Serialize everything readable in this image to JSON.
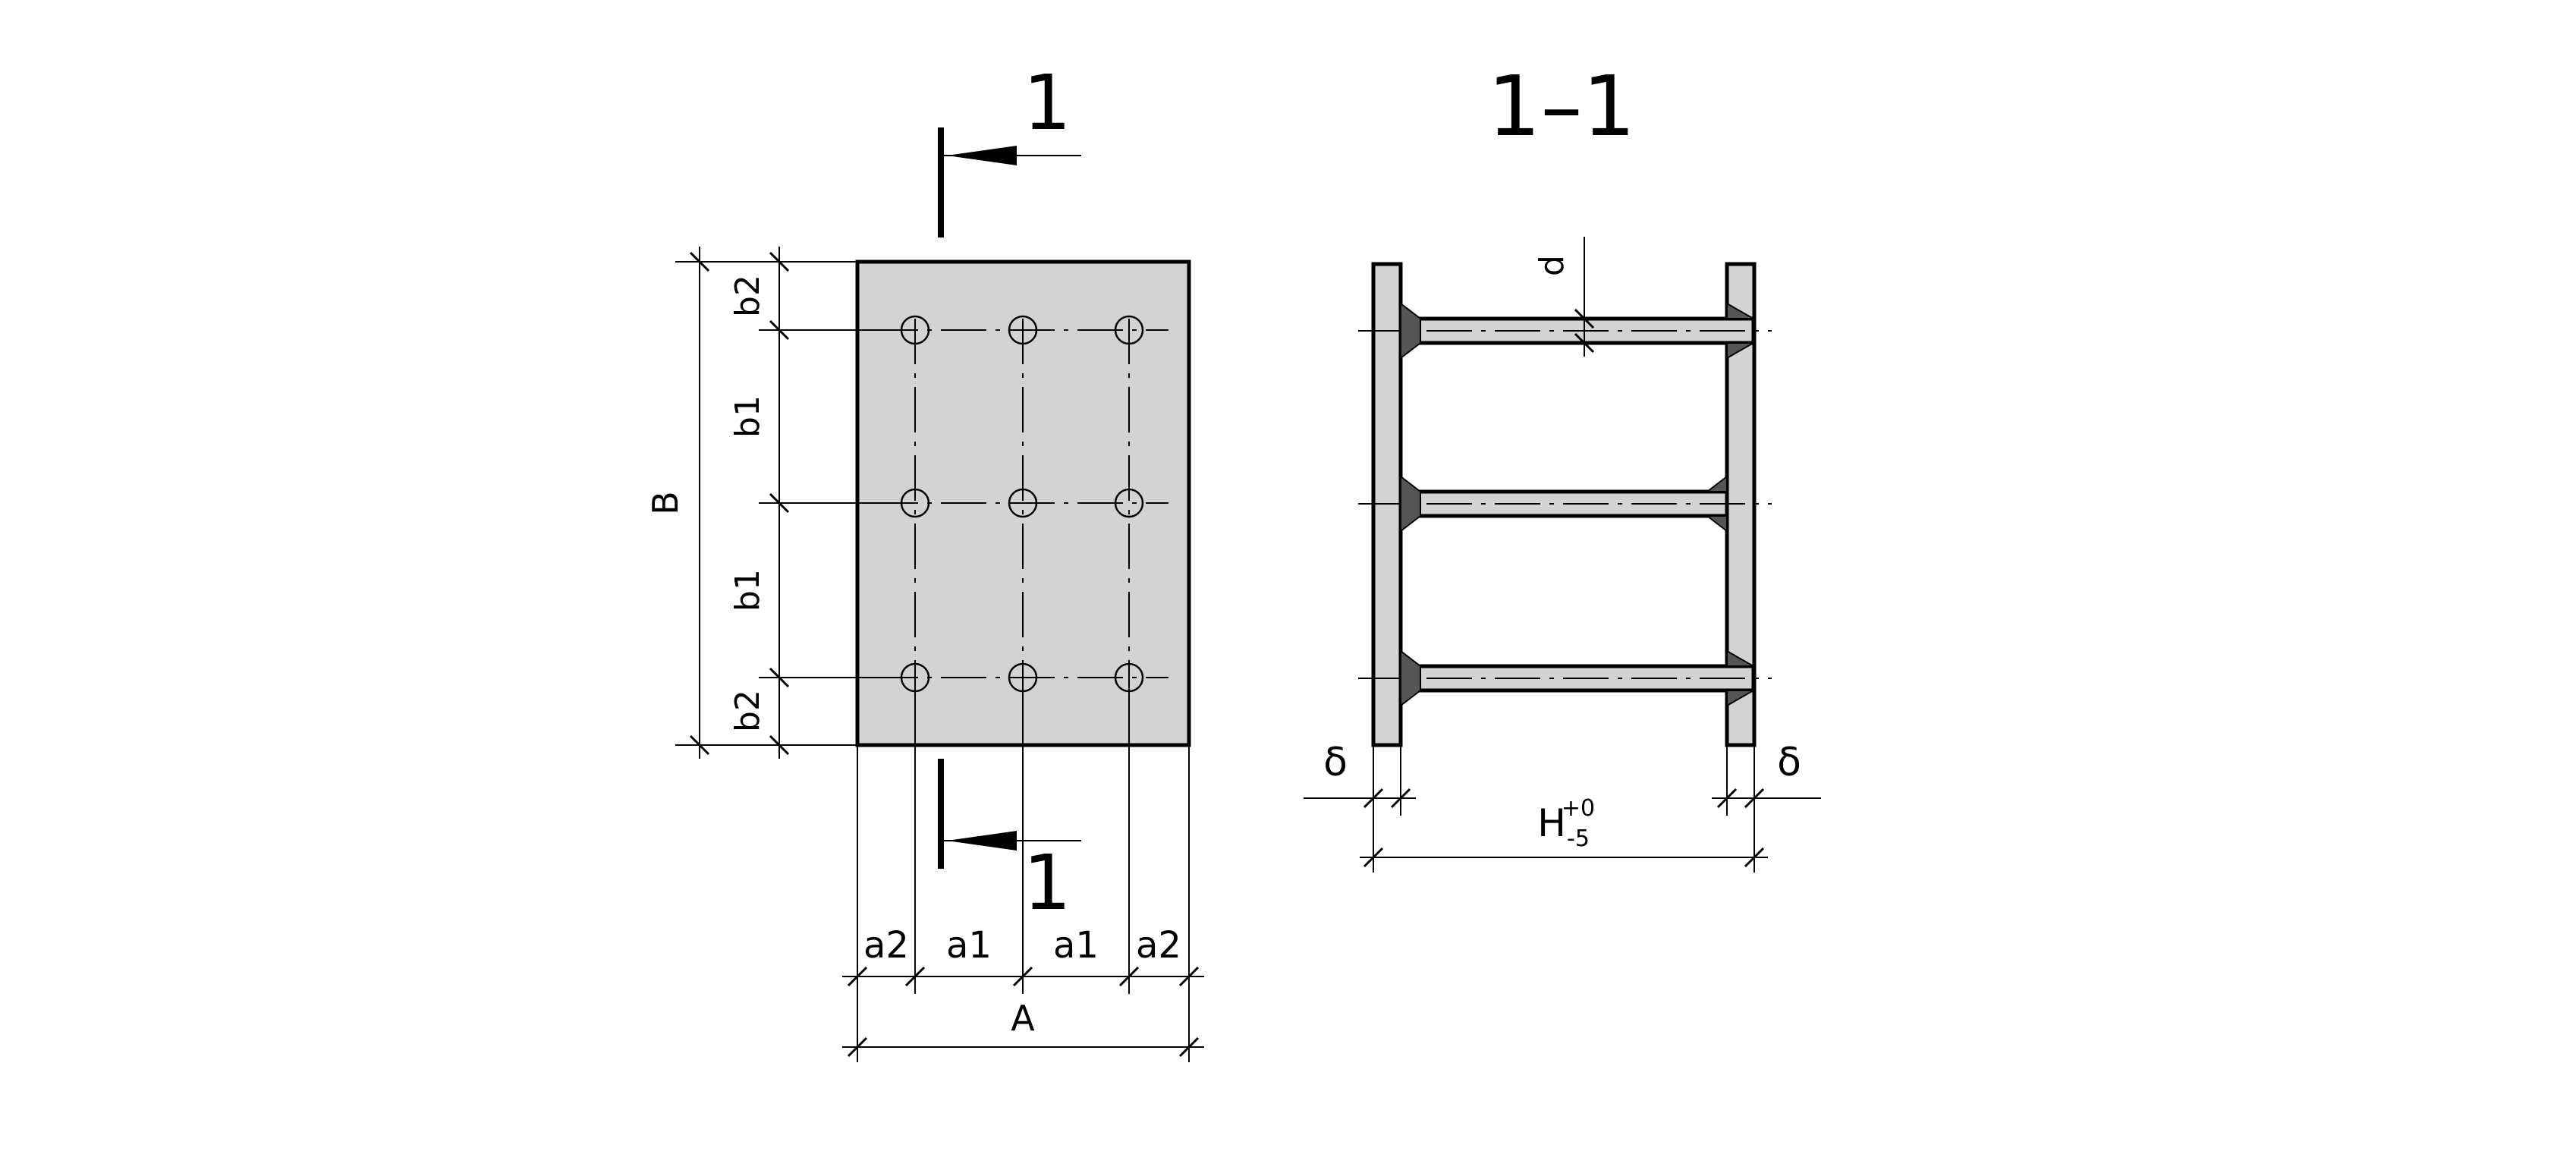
{
  "section_mark": {
    "top_number": "1",
    "bottom_number": "1",
    "section_title": "1–1"
  },
  "plan_view": {
    "labels": {
      "B": "B",
      "b2_top": "b2",
      "b1_upper": "b1",
      "b1_lower": "b1",
      "b2_bottom": "b2",
      "a2_left": "a2",
      "a1_left": "a1",
      "a1_right": "a1",
      "a2_right": "a2",
      "A": "A"
    },
    "hole_grid": {
      "rows": 3,
      "cols": 3
    }
  },
  "section_view": {
    "labels": {
      "d": "d",
      "delta_left": "δ",
      "delta_right": "δ",
      "H": "H",
      "H_tol_upper": "+0",
      "H_tol_lower": "-5"
    },
    "rod_count": 3
  },
  "colors": {
    "plate_fill": "#d3d3d3",
    "weld_fill": "#555555",
    "line": "#000000"
  }
}
